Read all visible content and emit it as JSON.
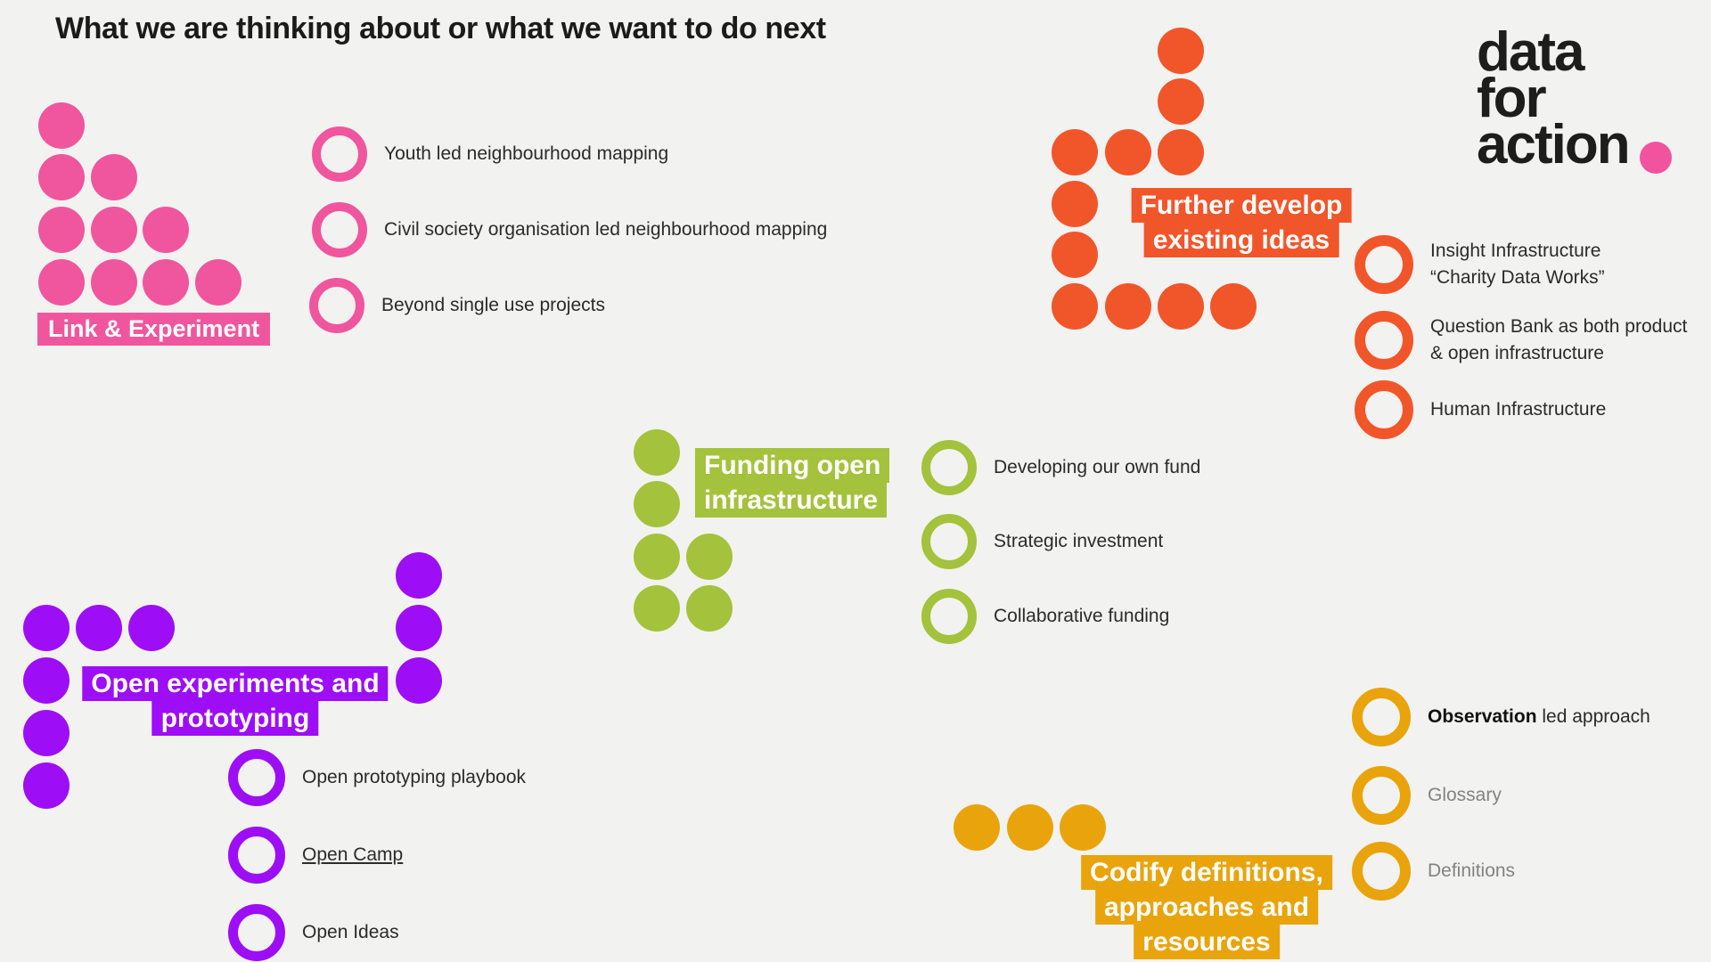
{
  "page": {
    "title": "What we are thinking about or what we want to do next",
    "background": "#f2f2f0"
  },
  "logo": {
    "lines": [
      "data",
      "for",
      "action"
    ],
    "text_color": "#1d1d1b",
    "dot_color": "#f2539f"
  },
  "clusters": [
    {
      "name": "Link & Experiment",
      "color": "#f0569d",
      "label_lines": [
        "Link & Experiment"
      ],
      "dots": [
        [
          69,
          141
        ],
        [
          69,
          199
        ],
        [
          128,
          199
        ],
        [
          69,
          258
        ],
        [
          128,
          258
        ],
        [
          186,
          258
        ],
        [
          69,
          317
        ],
        [
          128,
          317
        ],
        [
          186,
          317
        ],
        [
          245,
          317
        ]
      ],
      "items": [
        {
          "lines": [
            "Youth led neighbourhood mapping"
          ]
        },
        {
          "lines": [
            "Civil society organisation led neighbourhood mapping"
          ]
        },
        {
          "lines": [
            "Beyond single use projects"
          ]
        }
      ]
    },
    {
      "name": "Further develop existing ideas",
      "color": "#f1562a",
      "label_lines": [
        "Further develop",
        "existing ideas"
      ],
      "dots": [
        [
          1325,
          57
        ],
        [
          1325,
          114
        ],
        [
          1206,
          171
        ],
        [
          1266,
          171
        ],
        [
          1325,
          171
        ],
        [
          1206,
          229
        ],
        [
          1206,
          286
        ],
        [
          1206,
          344
        ],
        [
          1266,
          344
        ],
        [
          1325,
          344
        ],
        [
          1384,
          344
        ]
      ],
      "items": [
        {
          "lines": [
            "Insight Infrastructure",
            "“Charity Data Works”"
          ]
        },
        {
          "lines": [
            "Question Bank as both product",
            "& open infrastructure"
          ]
        },
        {
          "lines": [
            "Human Infrastructure"
          ]
        }
      ]
    },
    {
      "name": "Funding open infrastructure",
      "color": "#a4c23c",
      "label_lines": [
        "Funding open",
        "infrastructure"
      ],
      "dots": [
        [
          737,
          508
        ],
        [
          737,
          566
        ],
        [
          737,
          625
        ],
        [
          796,
          625
        ],
        [
          737,
          683
        ],
        [
          796,
          683
        ]
      ],
      "items": [
        {
          "lines": [
            "Developing our own fund"
          ]
        },
        {
          "lines": [
            "Strategic investment"
          ]
        },
        {
          "lines": [
            "Collaborative funding"
          ]
        }
      ]
    },
    {
      "name": "Open experiments and prototyping",
      "color": "#9d0ef6",
      "label_lines": [
        "Open experiments and",
        "prototyping"
      ],
      "dots": [
        [
          52,
          705
        ],
        [
          111,
          705
        ],
        [
          170,
          705
        ],
        [
          52,
          764
        ],
        [
          52,
          823
        ],
        [
          52,
          882
        ],
        [
          470,
          646
        ],
        [
          470,
          705
        ],
        [
          470,
          764
        ]
      ],
      "items": [
        {
          "lines": [
            "Open prototyping playbook"
          ]
        },
        {
          "lines": [
            "Open Camp"
          ],
          "underline": true
        },
        {
          "lines": [
            "Open Ideas"
          ]
        }
      ]
    },
    {
      "name": "Codify definitions, approaches and resources",
      "color": "#e9a40b",
      "label_lines": [
        "Codify definitions,",
        "approaches and",
        "resources"
      ],
      "dots": [
        [
          1096,
          929
        ],
        [
          1156,
          929
        ],
        [
          1215,
          929
        ]
      ],
      "items": [
        {
          "bold_prefix": "Observation",
          "lines": [
            " led approach"
          ]
        },
        {
          "lines": [
            "Glossary"
          ],
          "muted": true
        },
        {
          "lines": [
            "Definitions"
          ],
          "muted": true
        }
      ]
    }
  ]
}
